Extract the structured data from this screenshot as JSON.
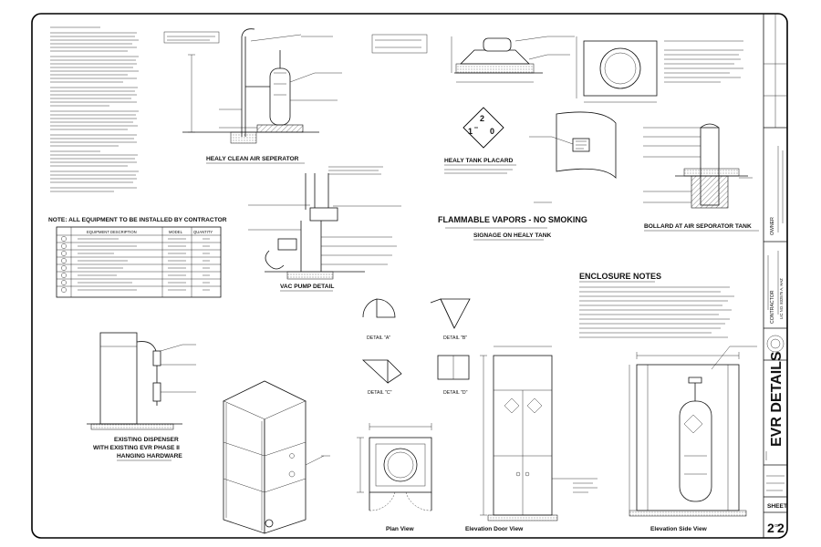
{
  "drawing": {
    "equipment_note": "NOTE: ALL EQUIPMENT TO BE INSTALLED BY CONTRACTOR",
    "equipment_headers": [
      "EQUIPMENT DESCRIPTION",
      "MODEL",
      "QUANTITY"
    ],
    "labels": {
      "healy_clean_air": "HEALY CLEAN AIR SEPERATOR",
      "healy_tank_placard": "HEALY TANK PLACARD",
      "placard_digits": [
        "2",
        "1",
        "0"
      ],
      "flammable_vapors": "FLAMMABLE VAPORS - NO SMOKING",
      "signage_on_healy": "SIGNAGE ON HEALY TANK",
      "bollard": "BOLLARD AT AIR SEPORATOR TANK",
      "vac_pump": "VAC PUMP DETAIL",
      "enclosure_notes": "ENCLOSURE NOTES",
      "existing_dispenser_1": "EXISTING DISPENSER",
      "existing_dispenser_2": "WITH EXISTING EVR PHASE II",
      "existing_dispenser_3": "HANGING HARDWARE",
      "plan_view": "Plan View",
      "elevation_door": "Elevation Door View",
      "elevation_side": "Elevation Side View",
      "detail_a": "DETAIL \"A\"",
      "detail_b": "DETAIL \"B\"",
      "detail_c": "DETAIL \"C\"",
      "detail_d": "DETAIL \"D\""
    }
  },
  "title_block": {
    "title": "EVR DETAILS",
    "owner_label": "OWNER",
    "contractor_label": "CONTRACTOR",
    "project_code": "LIC NO. 832575 A, HAZ",
    "sheet_label": "SHEET",
    "sheet_number": "2",
    "sheet_of": "OF",
    "sheet_total": "2"
  }
}
